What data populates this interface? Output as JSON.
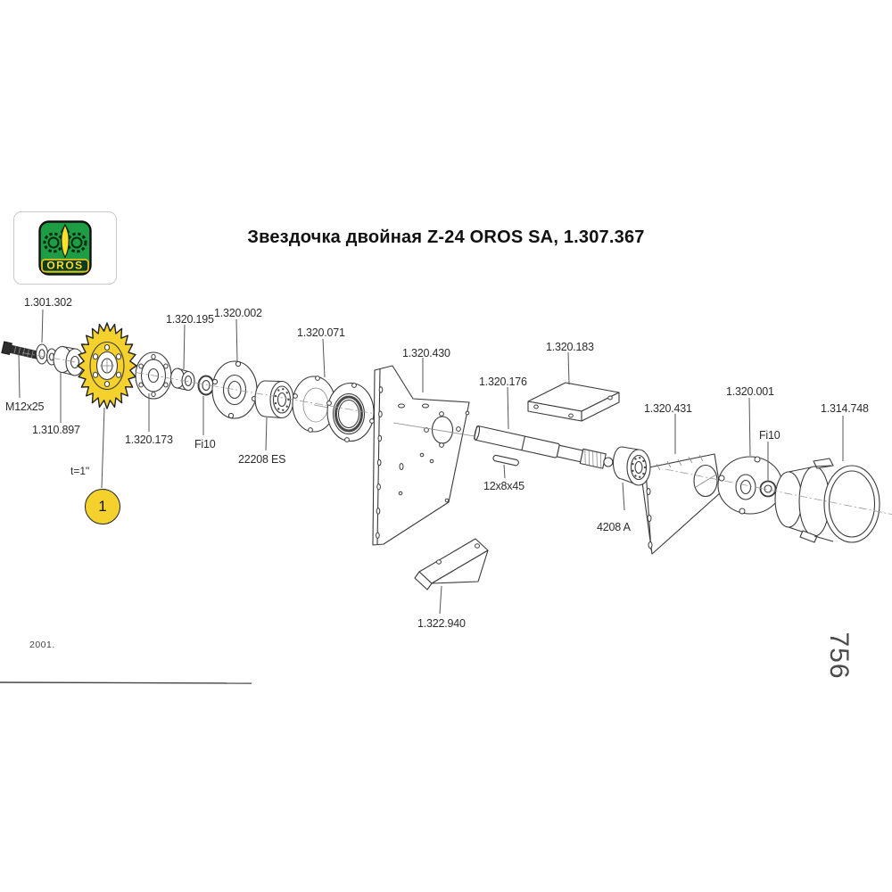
{
  "header": {
    "logo_text": "OROS",
    "title": "Звездочка двойная Z-24 OROS SA, 1.307.367"
  },
  "diagram": {
    "callout": {
      "number": "1"
    },
    "tooth_note": "t=1\"",
    "labels": [
      {
        "id": "part-1301302",
        "text": "1.301.302"
      },
      {
        "id": "bolt-m12x25",
        "text": "M12x25"
      },
      {
        "id": "part-1310897",
        "text": "1.310.897"
      },
      {
        "id": "part-1320173",
        "text": "1.320.173"
      },
      {
        "id": "fi10-left",
        "text": "Fi10"
      },
      {
        "id": "part-1320195",
        "text": "1.320.195"
      },
      {
        "id": "part-1320002",
        "text": "1.320.002"
      },
      {
        "id": "bearing-22208es",
        "text": "22208 ES"
      },
      {
        "id": "part-1320071",
        "text": "1.320.071"
      },
      {
        "id": "part-1320430",
        "text": "1.320.430"
      },
      {
        "id": "part-1320176",
        "text": "1.320.176"
      },
      {
        "id": "key-12x8x45",
        "text": "12x8x45"
      },
      {
        "id": "part-1320183",
        "text": "1.320.183"
      },
      {
        "id": "bearing-4208a",
        "text": "4208 A"
      },
      {
        "id": "part-1320431",
        "text": "1.320.431"
      },
      {
        "id": "part-1320001",
        "text": "1.320.001"
      },
      {
        "id": "fi10-right",
        "text": "Fi10"
      },
      {
        "id": "part-1314748",
        "text": "1.314.748"
      },
      {
        "id": "part-1322940",
        "text": "1.322.940"
      }
    ]
  },
  "footer": {
    "year": "2001.",
    "page_number": "756"
  },
  "colors": {
    "highlight_yellow": "#F5D12E",
    "logo_green": "#1F9D44"
  }
}
